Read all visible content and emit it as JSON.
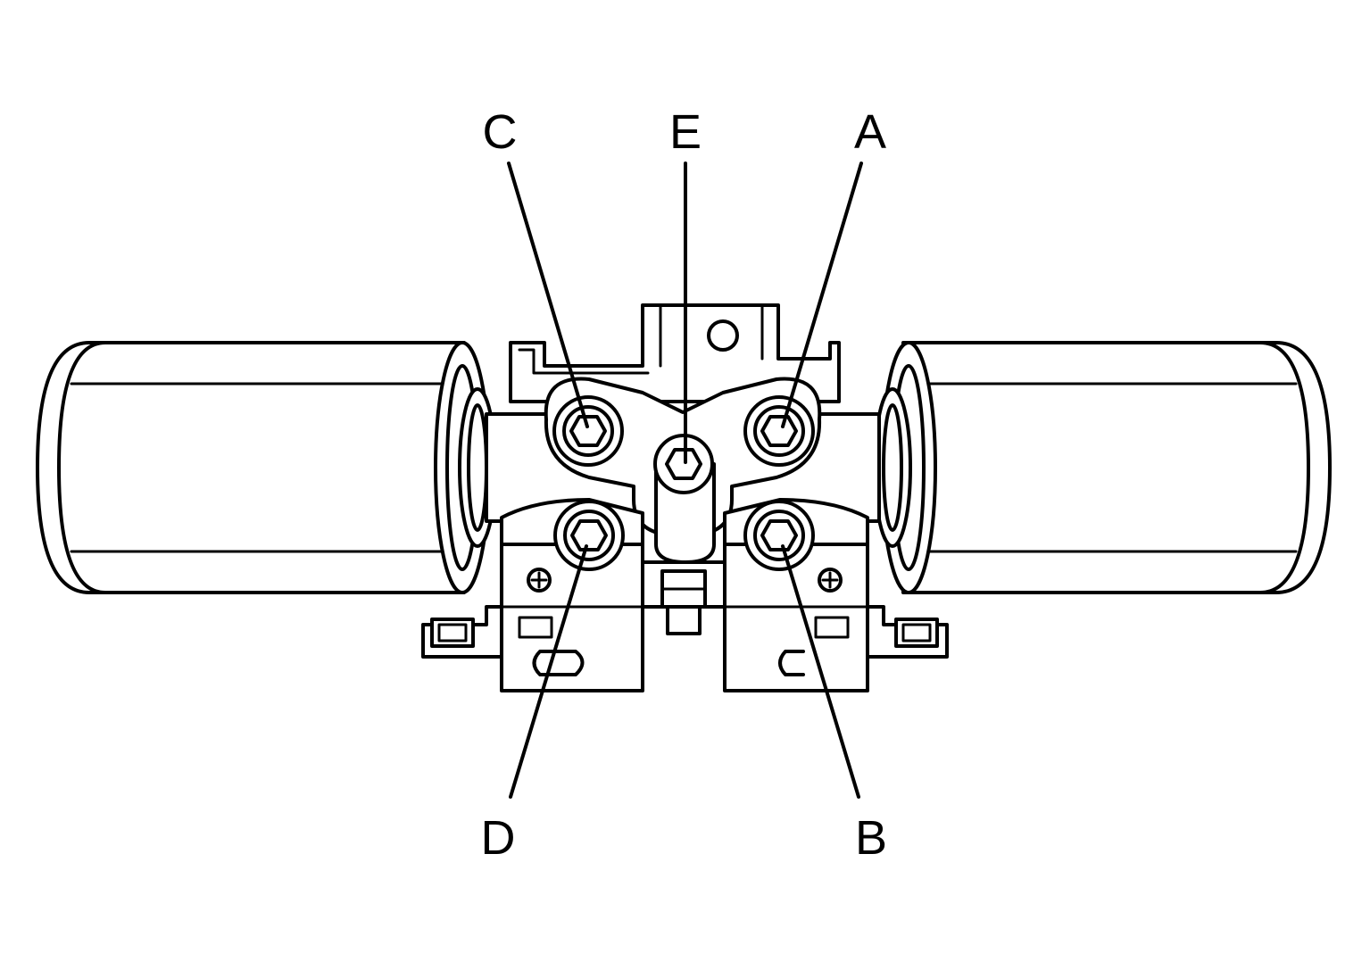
{
  "diagram": {
    "callouts": [
      {
        "id": "A",
        "label": "A"
      },
      {
        "id": "B",
        "label": "B"
      },
      {
        "id": "C",
        "label": "C"
      },
      {
        "id": "D",
        "label": "D"
      },
      {
        "id": "E",
        "label": "E"
      }
    ],
    "colors": {
      "line": "#000000",
      "background": "#ffffff"
    }
  }
}
